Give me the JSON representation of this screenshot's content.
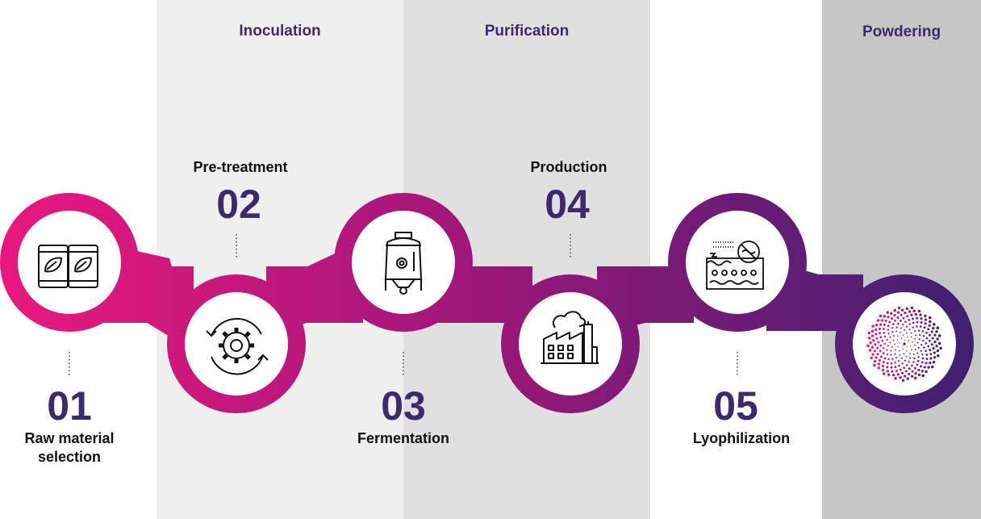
{
  "colors": {
    "band_light": "#efefef",
    "band_mid": "#e0e0e0",
    "band_dark": "#c6c6c6",
    "title": "#3d2a6e",
    "number": "#3d2a6e",
    "gradient_start": "#e8197e",
    "gradient_mid": "#a4177a",
    "gradient_end": "#3d2070"
  },
  "phases": [
    {
      "label": "Inoculation"
    },
    {
      "label": "Purification"
    },
    {
      "label": "Powdering"
    }
  ],
  "steps": [
    {
      "number": "01",
      "label": "Raw material\nselection",
      "icon": "leaf-bags-icon"
    },
    {
      "number": "02",
      "label": "Pre-treatment",
      "icon": "gear-cycle-icon"
    },
    {
      "number": "03",
      "label": "Fermentation",
      "icon": "fermenter-tank-icon"
    },
    {
      "number": "04",
      "label": "Production",
      "icon": "factory-icon"
    },
    {
      "number": "05",
      "label": "Lyophilization",
      "icon": "freeze-dryer-icon"
    }
  ],
  "final_icon": "powder-dots-icon"
}
